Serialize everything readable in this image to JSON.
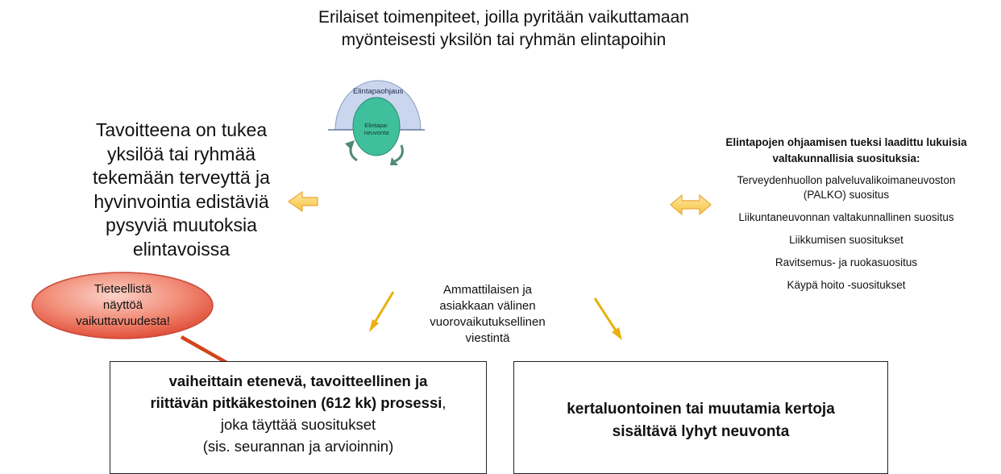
{
  "header": {
    "line1": "Erilaiset toimenpiteet, joilla pyritään vaikuttamaan",
    "line2": "myönteisesti yksilön tai ryhmän elintapoihin"
  },
  "logo": {
    "outer_label": "Elintapaohjaus",
    "inner_label_1": "Elintapa-",
    "inner_label_2": "neuvonta"
  },
  "goal": {
    "lines": [
      "Tavoitteena on tukea",
      "yksilöä tai ryhmää",
      "tekemään terveyttä ja",
      "hyvinvointia edistäviä",
      "pysyviä muutoksia",
      "elintavoissa"
    ]
  },
  "recommendations": {
    "title_line1": "Elintapojen ohjaamisen tueksi laadittu lukuisia",
    "title_line2": "valtakunnallisia suosituksia:",
    "items": [
      "Terveydenhuollon palveluvalikoimaneuvoston (PALKO) suositus",
      "Liikuntaneuvonnan valtakunnallinen suositus",
      "Liikkumisen suositukset",
      "Ravitsemus- ja ruokasuositus",
      "Käypä hoito -suositukset"
    ]
  },
  "interaction": {
    "lines": [
      "Ammattilaisen ja",
      "asiakkaan välinen",
      "vuorovaikutuksellinen",
      "viestintä"
    ]
  },
  "evidence_callout": {
    "lines": [
      "Tieteellistä",
      "näyttöä",
      "vaikuttavuudesta!"
    ]
  },
  "box_left": {
    "bold_line1": "vaiheittain etenevä, tavoitteellinen ja",
    "bold_line2": "riittävän pitkäkestoinen (612 kk) prosessi",
    "normal_suffix": ",",
    "line3": "joka täyttää suositukset",
    "line4": "(sis. seurannan ja arvioinnin)"
  },
  "box_right": {
    "line1": "kertaluontoinen tai muutamia kertoja",
    "line2": "sisältävä lyhyt neuvonta"
  },
  "colors": {
    "arrow_fill": "#fcd36a",
    "arrow_stroke": "#e8a838",
    "line_arrow": "#e8b010",
    "callout_fill": "#f07a66",
    "callout_stroke": "#c94a3a",
    "callout_pointer": "#d2441c",
    "logo_dome": "#c9d6ee",
    "logo_circle": "#3fbf9c",
    "logo_arrows": "#4e8a72"
  }
}
